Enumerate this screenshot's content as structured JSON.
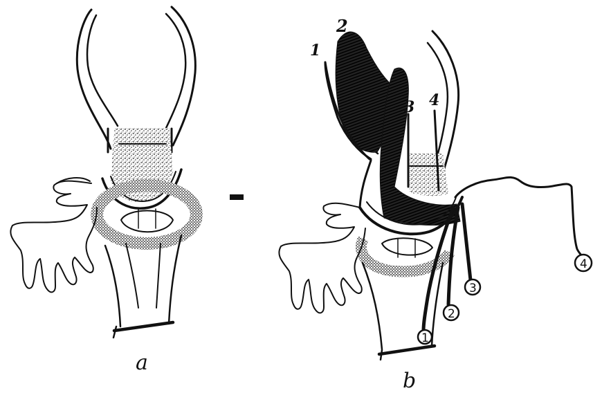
{
  "panels": {
    "a": {
      "label": "a"
    },
    "b": {
      "label": "b"
    }
  },
  "separator": "-",
  "upper_numbers": [
    "1",
    "2",
    "3",
    "4"
  ],
  "circled_numbers": [
    "1",
    "2",
    "3",
    "4"
  ],
  "colors": {
    "ink": "#111111",
    "background": "#ffffff"
  }
}
